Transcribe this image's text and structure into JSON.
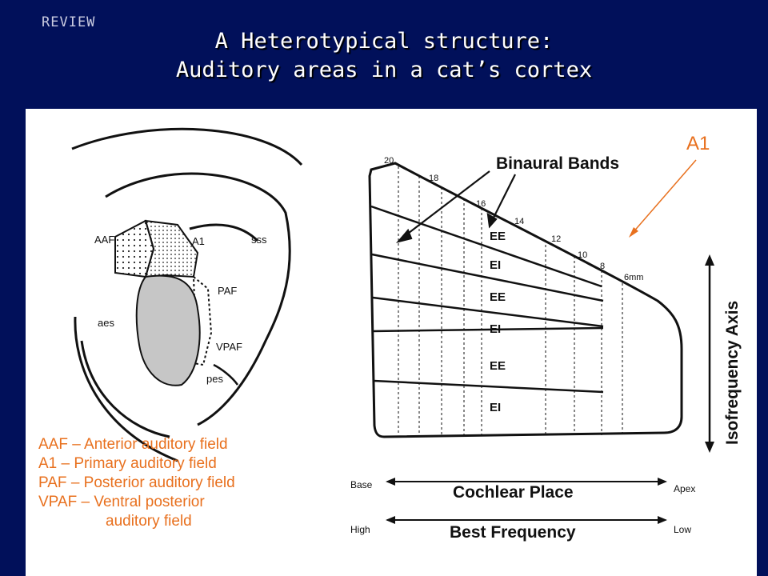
{
  "header": {
    "review_tag": "REVIEW",
    "title_line1": "A Heterotypical structure:",
    "title_line2": "Auditory areas in a cat’s cortex"
  },
  "brain_map": {
    "labels": [
      "AAF",
      "A1",
      "sss",
      "PAF",
      "aes",
      "VPAF",
      "pes"
    ]
  },
  "a1_map": {
    "binaural_bands_label": "Binaural Bands",
    "band_labels": [
      "EE",
      "EI",
      "EE",
      "EI",
      "EE",
      "EI"
    ],
    "distance_ticks": [
      "20",
      "18",
      "16",
      "14",
      "12",
      "10",
      "8",
      "6mm"
    ],
    "isofrequency_axis_label": "Isofrequency Axis",
    "cochlear_place_label": "Cochlear Place",
    "cochlear_base": "Base",
    "cochlear_apex": "Apex",
    "best_frequency_label": "Best Frequency",
    "freq_high": "High",
    "freq_low": "Low"
  },
  "annotation": {
    "a1_label": "A1"
  },
  "legend": {
    "line1": "AAF – Anterior auditory field",
    "line2": "A1 – Primary auditory field",
    "line3": "PAF – Posterior auditory field",
    "line4": "VPAF – Ventral posterior",
    "line5": "auditory field"
  },
  "colors": {
    "background": "#01105a",
    "accent_orange": "#e8701e",
    "diagram_ink": "#111111"
  }
}
